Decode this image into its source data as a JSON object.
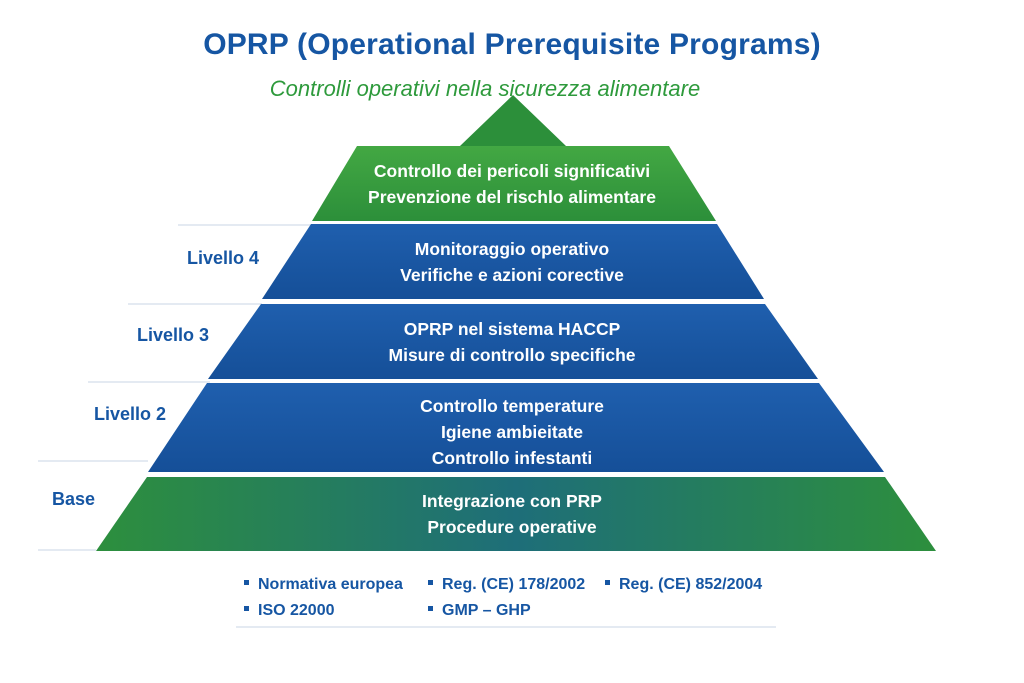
{
  "title": "OPRP (Operational Prerequisite Programs)",
  "subtitle": "Controlli operativi nella sicurezza alimentare",
  "colors": {
    "title": "#1656a3",
    "subtitle": "#2e9a3c",
    "green": "#2e9a3c",
    "blue": "#1656a3",
    "divider": "#c8d6e5"
  },
  "levels": [
    {
      "label": "",
      "lines": [
        "Controllo dei pericoli significativi",
        "Prevenzione del rischlo alimentare"
      ]
    },
    {
      "label": "Livello 4",
      "lines": [
        "Monitoraggio operativo",
        "Verifiche e azioni corective"
      ]
    },
    {
      "label": "Livello 3",
      "lines": [
        "OPRP nel sistema HACCP",
        "Misure di controllo specifiche"
      ]
    },
    {
      "label": "Livello 2",
      "lines": [
        "Controllo temperature",
        "Igiene ambieitate",
        "Controllo infestanti"
      ]
    },
    {
      "label": "Base",
      "lines": [
        "Integrazione con PRP",
        "Procedure operative"
      ]
    }
  ],
  "references": [
    "Normativa europea",
    "Reg. (CE) 178/2002",
    "Reg. (CE) 852/2004",
    "ISO 22000",
    "GMP – GHP"
  ]
}
